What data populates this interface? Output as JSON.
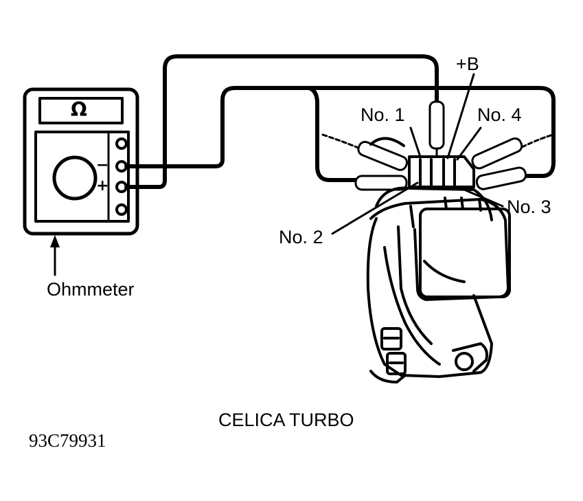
{
  "meter": {
    "symbol": "Ω",
    "minus": "−",
    "plus": "+",
    "label": "Ohmmeter"
  },
  "labels": {
    "plus_b": "+B",
    "no1": "No. 1",
    "no2": "No. 2",
    "no3": "No. 3",
    "no4": "No. 4"
  },
  "caption": "CELICA TURBO",
  "figure_code": "93C79931"
}
